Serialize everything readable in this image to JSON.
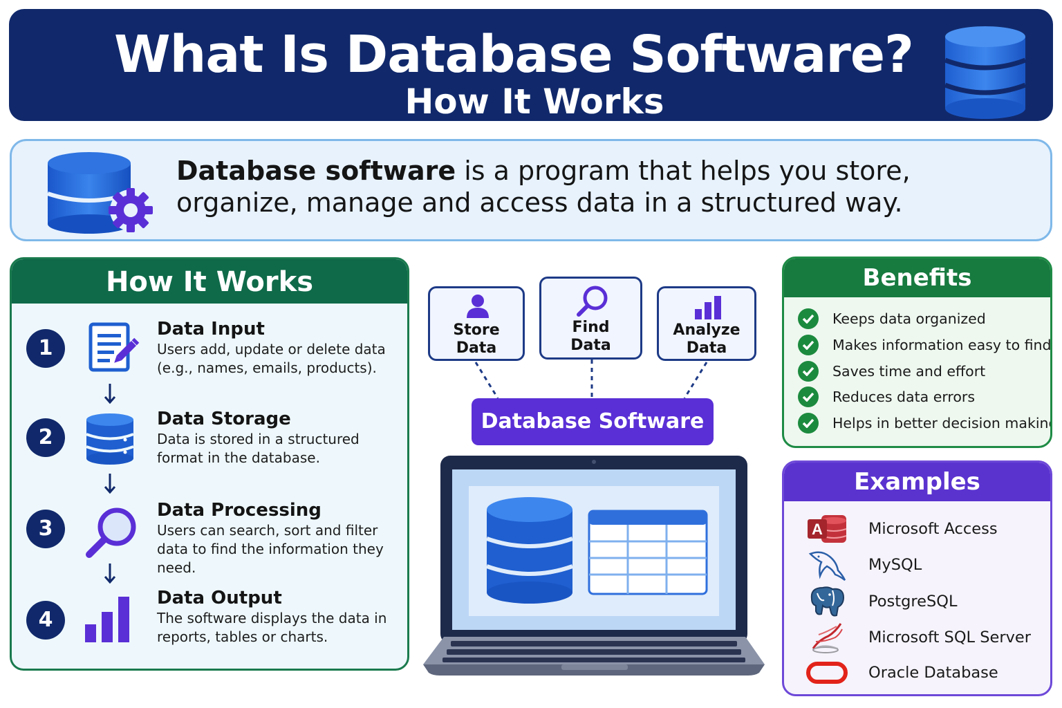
{
  "header": {
    "title": "What Is Database Software?",
    "subtitle": "How It Works"
  },
  "definition": {
    "bold": "Database software",
    "rest": " is a program that helps you store, organize, manage and access data in a structured way."
  },
  "how_it_works": {
    "title": "How It Works",
    "steps": [
      {
        "number": "1",
        "title": "Data Input",
        "desc": "Users add, update or delete data (e.g., names, emails, products).",
        "icon": "document-edit-icon"
      },
      {
        "number": "2",
        "title": "Data Storage",
        "desc": "Data is stored in a structured format in the database.",
        "icon": "database-icon"
      },
      {
        "number": "3",
        "title": "Data Processing",
        "desc": "Users can search, sort and filter data to find the information they need.",
        "icon": "magnifier-icon"
      },
      {
        "number": "4",
        "title": "Data Output",
        "desc": "The software displays the data in reports, tables or charts.",
        "icon": "bar-chart-icon"
      }
    ]
  },
  "diagram": {
    "functions": [
      {
        "line1": "Store",
        "line2": "Data",
        "icon": "user-icon"
      },
      {
        "line1": "Find",
        "line2": "Data",
        "icon": "magnifier-icon"
      },
      {
        "line1": "Analyze",
        "line2": "Data",
        "icon": "bar-chart-icon"
      }
    ],
    "center_label": "Database Software"
  },
  "benefits": {
    "title": "Benefits",
    "items": [
      "Keeps data organized",
      "Makes information easy to find",
      "Saves time and effort",
      "Reduces data errors",
      "Helps in better decision making"
    ]
  },
  "examples": {
    "title": "Examples",
    "items": [
      {
        "name": "Microsoft Access",
        "icon": "access-logo-icon"
      },
      {
        "name": "MySQL",
        "icon": "mysql-dolphin-icon"
      },
      {
        "name": "PostgreSQL",
        "icon": "postgresql-elephant-icon"
      },
      {
        "name": "Microsoft SQL Server",
        "icon": "sql-server-logo-icon"
      },
      {
        "name": "Oracle Database",
        "icon": "oracle-logo-icon"
      }
    ]
  },
  "colors": {
    "navy": "#11296b",
    "green": "#0f6a49",
    "purple": "#5a33cf",
    "blue": "#1c63d6"
  }
}
